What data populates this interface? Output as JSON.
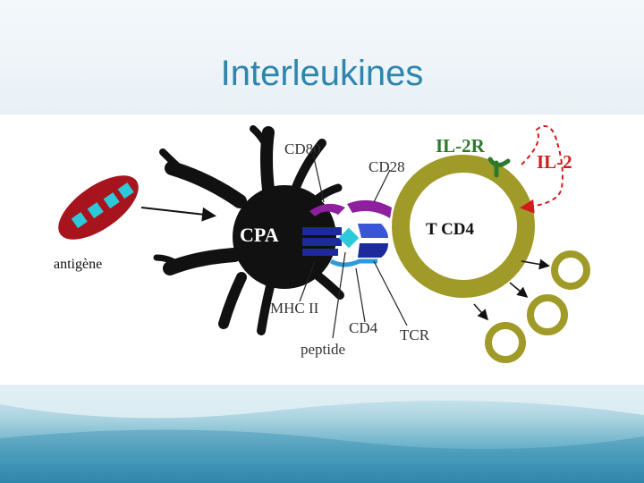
{
  "slide": {
    "title": "Interleukines"
  },
  "diagram": {
    "labels": {
      "antigen": "antigène",
      "cpa": "CPA",
      "cd80": "CD80",
      "cd28": "CD28",
      "il2r": "IL-2R",
      "il2": "IL-2",
      "tcd4": "T CD4",
      "mhc2": "MHC II",
      "cd4": "CD4",
      "tcr": "TCR",
      "peptide": "peptide"
    },
    "colors": {
      "title": "#2e85ad",
      "cpa_cell": "#111111",
      "t_cell": "#a09a28",
      "antigen": "#a8141e",
      "antigen_fragments": "#2ec9d9",
      "il2": "#d11c1c",
      "il2r_label": "#2b7a2b",
      "cd28_receptor": "#8e1f9e",
      "mhc": "#1c2a9c",
      "tcr": "#3a56d6",
      "peptide": "#2ec9d9"
    }
  }
}
